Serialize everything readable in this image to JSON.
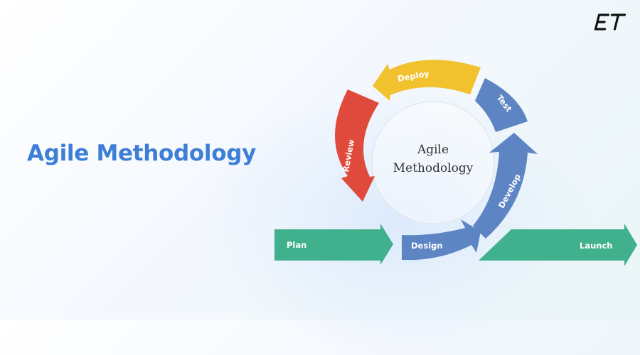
{
  "title": "Agile Methodology",
  "brand": {
    "logo_text": "ET"
  },
  "diagram": {
    "center_lines": [
      "Agile",
      "Methodology"
    ],
    "stages": [
      {
        "key": "plan",
        "label": "Plan",
        "color": "#41b08c"
      },
      {
        "key": "design",
        "label": "Design",
        "color": "#5d84c3"
      },
      {
        "key": "develop",
        "label": "Develop",
        "color": "#5d84c3"
      },
      {
        "key": "test",
        "label": "Test",
        "color": "#5d84c3"
      },
      {
        "key": "deploy",
        "label": "Deploy",
        "color": "#f2c12e"
      },
      {
        "key": "review",
        "label": "Review",
        "color": "#e04a3d"
      },
      {
        "key": "launch",
        "label": "Launch",
        "color": "#41b08c"
      }
    ]
  }
}
